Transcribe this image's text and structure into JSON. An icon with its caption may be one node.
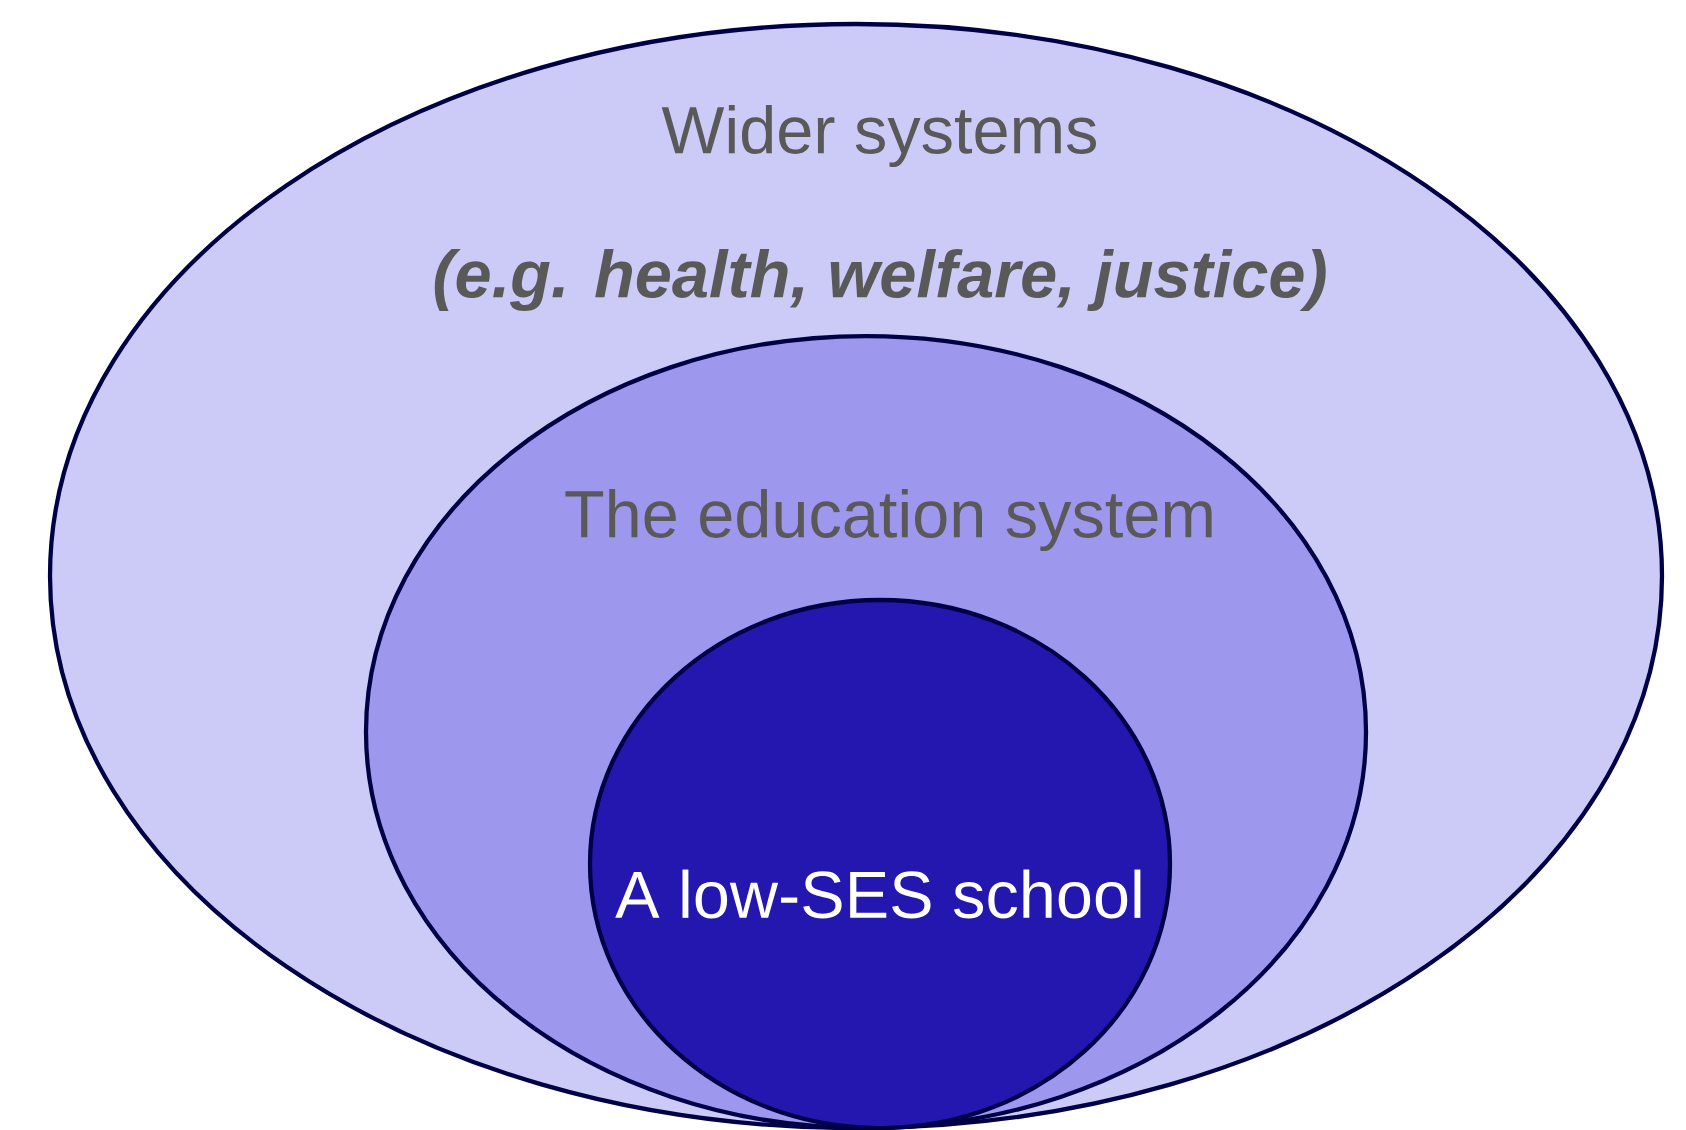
{
  "diagram": {
    "nodes": [
      {
        "text": [
          "Wider systems",
          "(e.g. health, welfare, justice)"
        ]
      },
      {
        "text": [
          "The education system"
        ],
        "in": 0
      },
      {
        "text": [
          "A low-SES school"
        ],
        "in": 1
      }
    ]
  }
}
